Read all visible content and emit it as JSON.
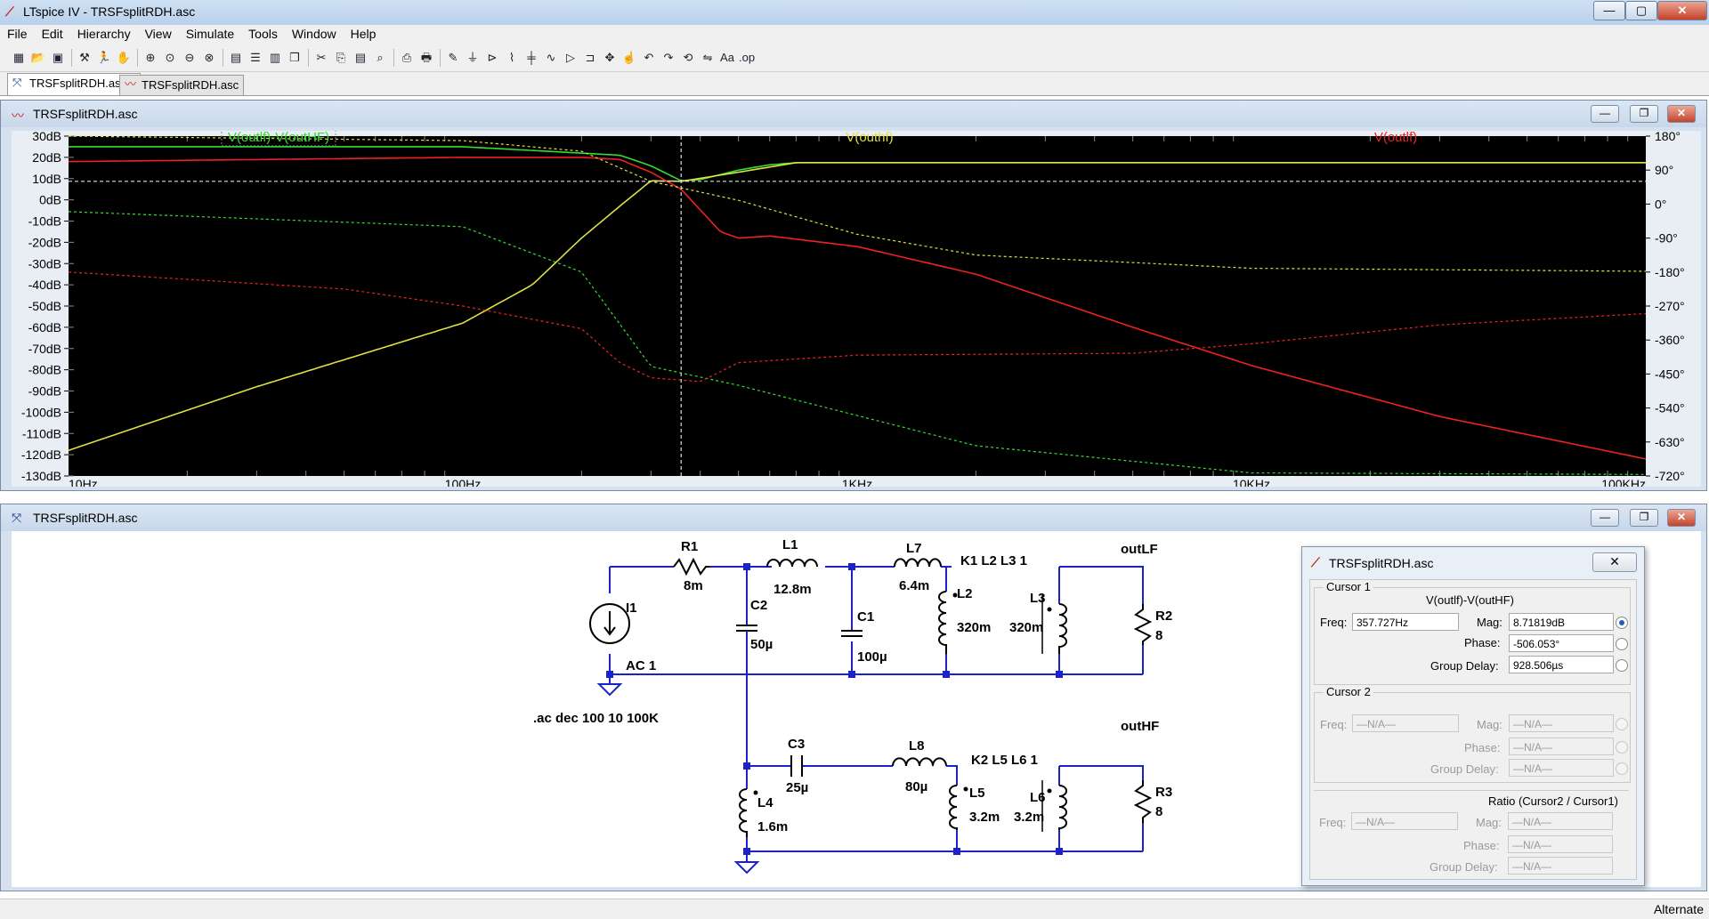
{
  "app": {
    "title": "LTspice IV - TRSFsplitRDH.asc"
  },
  "window_buttons": {
    "minimize": "—",
    "maximize": "▢",
    "close": "✕"
  },
  "menu": [
    "File",
    "Edit",
    "Hierarchy",
    "View",
    "Simulate",
    "Tools",
    "Window",
    "Help"
  ],
  "toolbar_icons": [
    "new-schematic-icon",
    "open-icon",
    "save-icon",
    "control-panel-icon",
    "run-icon",
    "halt-icon",
    "zoom-in-icon",
    "zoom-pan-icon",
    "zoom-out-icon",
    "zoom-fit-icon",
    "autorange-icon",
    "tile-horizontal-icon",
    "tile-vertical-icon",
    "cascade-icon",
    "cut-icon",
    "copy-icon",
    "paste-icon",
    "find-icon",
    "print-preview-icon",
    "print-icon",
    "draw-wire-icon",
    "ground-icon",
    "label-net-icon",
    "resistor-icon",
    "capacitor-icon",
    "inductor-icon",
    "diode-icon",
    "component-icon",
    "move-icon",
    "drag-icon",
    "undo-icon",
    "redo-icon",
    "rotate-icon",
    "mirror-icon",
    "text-icon",
    "spice-directive-icon"
  ],
  "tabs": [
    {
      "label": "TRSFsplitRDH.asc",
      "icon": "schematic-icon"
    },
    {
      "label": "TRSFsplitRDH.asc",
      "icon": "waveform-icon"
    }
  ],
  "plot_window": {
    "title": "TRSFsplitRDH.asc",
    "buttons": {
      "minimize": "—",
      "restore": "❐",
      "close": "✕"
    }
  },
  "schematic_window": {
    "title": "TRSFsplitRDH.asc",
    "buttons": {
      "minimize": "—",
      "restore": "❐",
      "close": "✕"
    }
  },
  "chart_data": {
    "type": "line",
    "x_scale": "log",
    "xlim": [
      10,
      100000
    ],
    "x_ticks": [
      10,
      100,
      1000,
      10000,
      100000
    ],
    "x_tick_labels": [
      "10Hz",
      "100Hz",
      "1KHz",
      "10KHz",
      "100KHz"
    ],
    "ylim": [
      -130,
      30
    ],
    "y_ticks": [
      30,
      20,
      10,
      0,
      -10,
      -20,
      -30,
      -40,
      -50,
      -60,
      -70,
      -80,
      -90,
      -100,
      -110,
      -120,
      -130
    ],
    "y_tick_labels": [
      "30dB",
      "20dB",
      "10dB",
      "0dB",
      "-10dB",
      "-20dB",
      "-30dB",
      "-40dB",
      "-50dB",
      "-60dB",
      "-70dB",
      "-80dB",
      "-90dB",
      "-100dB",
      "-110dB",
      "-120dB",
      "-130dB"
    ],
    "y2lim": [
      -720,
      180
    ],
    "y2_ticks": [
      180,
      90,
      0,
      -90,
      -180,
      -270,
      -360,
      -450,
      -540,
      -630,
      -720
    ],
    "y2_tick_labels": [
      "180°",
      "90°",
      "0°",
      "-90°",
      "-180°",
      "-270°",
      "-360°",
      "-450°",
      "-540°",
      "-630°",
      "-720°"
    ],
    "legend_placement": "top",
    "cursor": {
      "freq": 357.727,
      "mag": 8.71819
    },
    "colors": {
      "background": "#000000",
      "grid": "#555555"
    },
    "series": [
      {
        "name": "V(outlf)-V(outHF)",
        "color": "#33dd33",
        "kind": "magnitude",
        "x": [
          10,
          100,
          200,
          250,
          300,
          357.7,
          400,
          500,
          600,
          700,
          1000,
          10000,
          100000
        ],
        "y": [
          25,
          25,
          22,
          21,
          16,
          9,
          9.5,
          14,
          16.5,
          17.5,
          17.5,
          17.5,
          17.5
        ]
      },
      {
        "name": "V(outhf)",
        "color": "#e0e040",
        "kind": "magnitude",
        "x": [
          10,
          30,
          100,
          150,
          200,
          250,
          300,
          357.7,
          500,
          700,
          1000,
          10000,
          100000
        ],
        "y": [
          -118,
          -88,
          -58,
          -40,
          -18,
          -3,
          9,
          8.7,
          13,
          17.5,
          17.5,
          17.5,
          17.5
        ]
      },
      {
        "name": "V(outlf)",
        "color": "#ee2222",
        "kind": "magnitude",
        "x": [
          10,
          100,
          200,
          250,
          300,
          357.7,
          450,
          500,
          600,
          1000,
          2000,
          5000,
          10000,
          30000,
          100000
        ],
        "y": [
          18,
          20,
          20,
          19,
          13,
          5,
          -15,
          -18,
          -17,
          -22,
          -35,
          -60,
          -78,
          -102,
          -122
        ]
      },
      {
        "name": "V(outlf)-V(outHF) phase",
        "color": "#33dd33",
        "kind": "phase",
        "dashed": true,
        "x": [
          10,
          100,
          200,
          300,
          500,
          1000,
          2000,
          10000,
          100000
        ],
        "y": [
          -20,
          -60,
          -180,
          -430,
          -480,
          -560,
          -640,
          -712,
          -716
        ]
      },
      {
        "name": "V(outhf) phase",
        "color": "#e0e040",
        "kind": "phase",
        "dashed": true,
        "x": [
          10,
          100,
          200,
          300,
          500,
          1000,
          2000,
          10000,
          100000
        ],
        "y": [
          180,
          168,
          140,
          60,
          10,
          -80,
          -135,
          -170,
          -178
        ]
      },
      {
        "name": "V(outlf) phase",
        "color": "#ee2222",
        "kind": "phase",
        "dashed": true,
        "x": [
          10,
          50,
          100,
          200,
          250,
          300,
          400,
          500,
          1000,
          5000,
          10000,
          30000,
          100000
        ],
        "y": [
          -180,
          -225,
          -270,
          -330,
          -420,
          -460,
          -470,
          -420,
          -400,
          -395,
          -370,
          -320,
          -290
        ]
      }
    ]
  },
  "schematic": {
    "components": {
      "R1": {
        "name": "R1",
        "value": "8m"
      },
      "L1": {
        "name": "L1",
        "value": "12.8m"
      },
      "L7": {
        "name": "L7",
        "value": "6.4m"
      },
      "C2": {
        "name": "C2",
        "value": "50µ"
      },
      "C1": {
        "name": "C1",
        "value": "100µ"
      },
      "I1": {
        "name": "I1",
        "value": "AC 1"
      },
      "L2": {
        "name": "L2",
        "value": "320m"
      },
      "L3": {
        "name": "L3",
        "value": "320m"
      },
      "R2": {
        "name": "R2",
        "value": "8"
      },
      "C3": {
        "name": "C3",
        "value": "25µ"
      },
      "L8": {
        "name": "L8",
        "value": "80µ"
      },
      "L4": {
        "name": "L4",
        "value": "1.6m"
      },
      "L5": {
        "name": "L5",
        "value": "3.2m"
      },
      "L6": {
        "name": "L6",
        "value": "3.2m"
      },
      "R3": {
        "name": "R3",
        "value": "8"
      }
    },
    "coupling1": "K1 L2 L3 1",
    "coupling2": "K2 L5 L6 1",
    "net_outlf": "outLF",
    "net_outhf": "outHF",
    "directive": ".ac dec 100 10 100K"
  },
  "cursor_dialog": {
    "title": "TRSFsplitRDH.asc",
    "close": "✕",
    "cursor1": {
      "group": "Cursor 1",
      "trace": "V(outlf)-V(outHF)",
      "freq_label": "Freq:",
      "freq": "357.727Hz",
      "mag_label": "Mag:",
      "mag": "8.71819dB",
      "phase_label": "Phase:",
      "phase": "-506.053°",
      "gd_label": "Group Delay:",
      "gd": "928.506µs"
    },
    "cursor2": {
      "group": "Cursor 2",
      "freq_label": "Freq:",
      "freq": "—N/A—",
      "mag_label": "Mag:",
      "mag": "—N/A—",
      "phase_label": "Phase:",
      "phase": "—N/A—",
      "gd_label": "Group Delay:",
      "gd": "—N/A—"
    },
    "ratio": {
      "group": "Ratio (Cursor2 / Cursor1)",
      "freq_label": "Freq:",
      "freq": "—N/A—",
      "mag_label": "Mag:",
      "mag": "—N/A—",
      "phase_label": "Phase:",
      "phase": "—N/A—",
      "gd_label": "Group Delay:",
      "gd": "—N/A—"
    }
  },
  "status": {
    "text": "Alternate"
  }
}
